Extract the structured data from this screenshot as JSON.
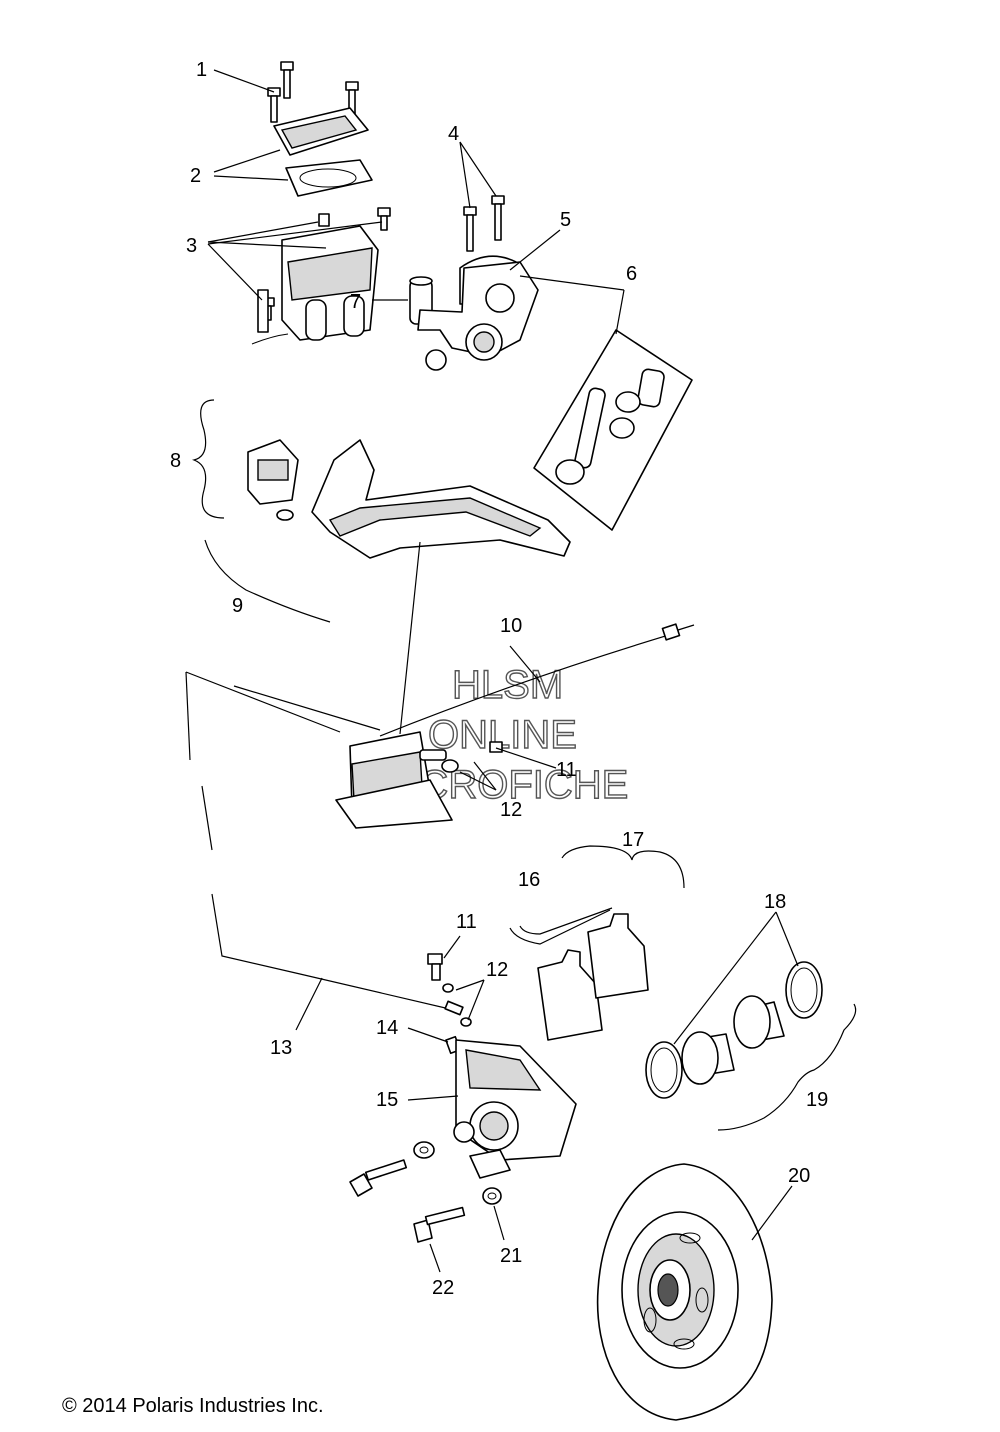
{
  "callouts": [
    "1",
    "2",
    "3",
    "4",
    "5",
    "6",
    "7",
    "8",
    "9",
    "10",
    "11",
    "12",
    "13",
    "14",
    "15",
    "16",
    "17",
    "18",
    "19",
    "20",
    "21",
    "22"
  ],
  "callouts_repeat": {
    "c11b": "11",
    "c12b": "12"
  },
  "watermark": {
    "line1": "HLSM",
    "line2": "ONLINE",
    "line3": "MICROFICHE"
  },
  "copyright": "© 2014 Polaris Industries Inc."
}
